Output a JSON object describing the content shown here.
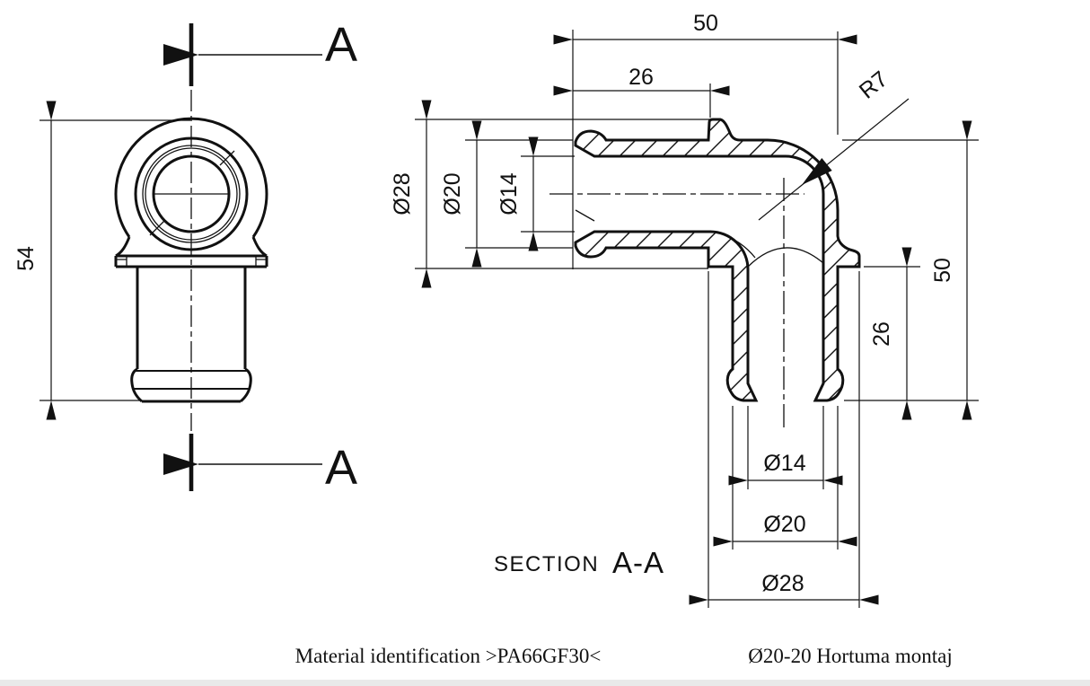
{
  "drawing": {
    "title_notes": {
      "material": "Material identification >PA66GF30<",
      "assembly": "Ø20-20 Hortuma montaj"
    },
    "section_title": {
      "prefix": "SECTION",
      "ref": "A-A"
    },
    "cutting_plane": {
      "letter_top": "A",
      "letter_bottom": "A"
    },
    "front_view": {
      "dims": {
        "overall_height": "54"
      }
    },
    "section_view": {
      "dims": {
        "top_width": "50",
        "top_hose_length": "26",
        "left_dia_collar": "Ø28",
        "left_dia_barb": "Ø20",
        "left_dia_bore": "Ø14",
        "bend_radius": "R7",
        "right_height": "50",
        "right_hose_length": "26",
        "bottom_dia_bore": "Ø14",
        "bottom_dia_barb": "Ø20",
        "bottom_dia_collar": "Ø28"
      }
    },
    "colors": {
      "line": "#111111",
      "background": "#ffffff"
    }
  }
}
